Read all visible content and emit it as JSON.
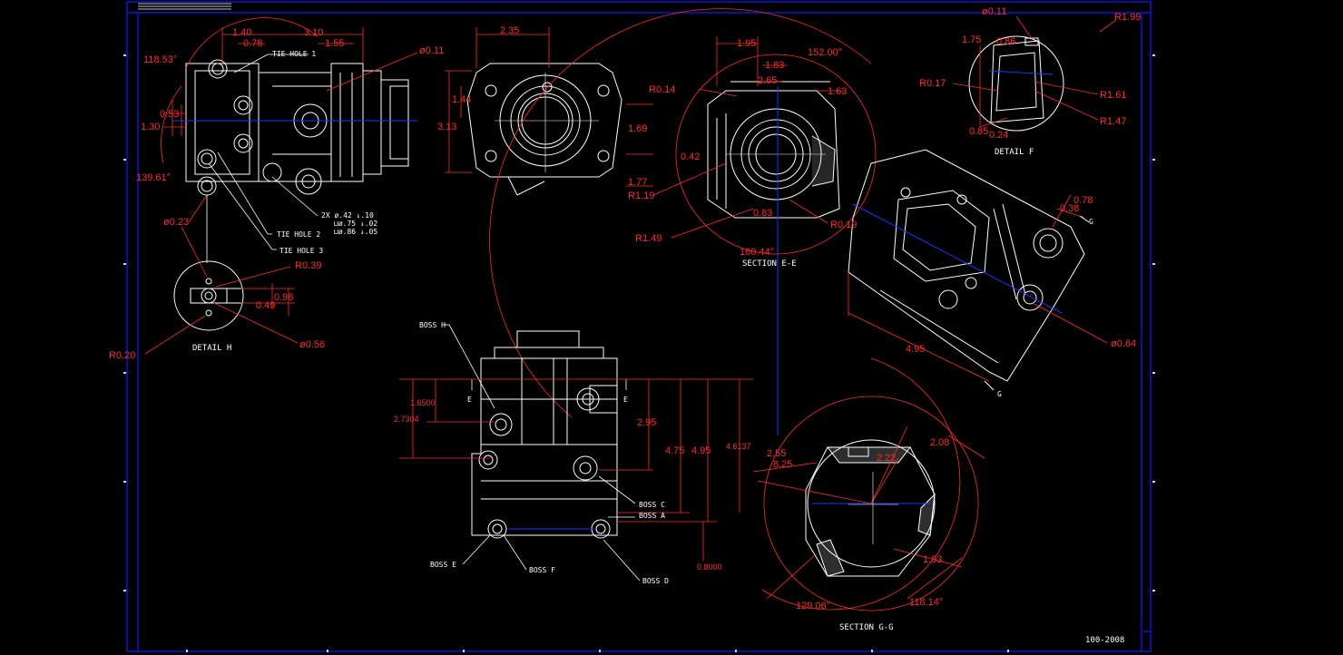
{
  "colors": {
    "background": "#000000",
    "border": "#0a14d8",
    "dimension": "#ff2a2a",
    "geometry": "#ffffff",
    "centerline": "#1e32ff"
  },
  "title_block": {
    "drawing_number": "100-2008"
  },
  "views": {
    "detail_h": "DETAIL H",
    "detail_f": "DETAIL F",
    "section_e": "SECTION E-E",
    "section_g": "SECTION G-G"
  },
  "callouts": {
    "tie_hole_1": "TIE HOLE 1",
    "tie_hole_2": "TIE HOLE 2",
    "tie_hole_3": "TIE HOLE 3",
    "boss_h": "BOSS H",
    "boss_c": "BOSS C",
    "boss_a": "BOSS A",
    "boss_e": "BOSS E",
    "boss_f": "BOSS F",
    "boss_d": "BOSS D",
    "hole_spec_1": "2X  ø.42 ↓.10",
    "hole_spec_2": "⊔ø.75 ↓.02",
    "hole_spec_3": "⊔ø.86 ↓.05"
  },
  "section_marks": {
    "e": "E",
    "g": "G"
  },
  "dimensions": {
    "d140": "1.40",
    "d310": "3.10",
    "d078a": "0.78",
    "d155": "1.55",
    "phi011a": "ø0.11",
    "a11853": "118.53°",
    "d053": "0.53",
    "d130": "1.30",
    "a13961": "139.61°",
    "phi023": "ø0.23",
    "r039": "R0.39",
    "d098": "0.98",
    "d049": "0.49",
    "r020": "R0.20",
    "phi056": "ø0.56",
    "d235": "2.35",
    "d144": "1.44",
    "d313": "3.13",
    "d195": "1.95",
    "a15200": "152.00°",
    "d183": "1.83",
    "d265": "2.65",
    "r014": "R0.14",
    "d163": "1.63",
    "d169": "1.69",
    "d042": "0.42",
    "d177": "1.77",
    "r119": "R1.19",
    "d083": "0.83",
    "r149": "R1.49",
    "r019": "R0.19",
    "a16044": "160.44°",
    "phi011b": "ø0.11",
    "r199": "R1.99",
    "d175": "1.75",
    "d086": "0.86",
    "r017": "R0.17",
    "r161": "R1.61",
    "r147": "R1.47",
    "d085": "0.85",
    "d024": "0.24",
    "d078b": "0.78",
    "d038": "0.38",
    "phi064": "ø0.64",
    "d495a": "4.95",
    "d16500": "1.6500",
    "d27304": "2.7304",
    "d295": "2.95",
    "d475": "4.75",
    "d495b": "4.95",
    "d46137": "4.6137",
    "d08000": "0.8000",
    "d255": "2.55",
    "d825": "8.25",
    "d222": "2.22",
    "d208": "2.08",
    "d193": "1.93",
    "a12906": "129.06°",
    "a11814": "118.14°"
  }
}
